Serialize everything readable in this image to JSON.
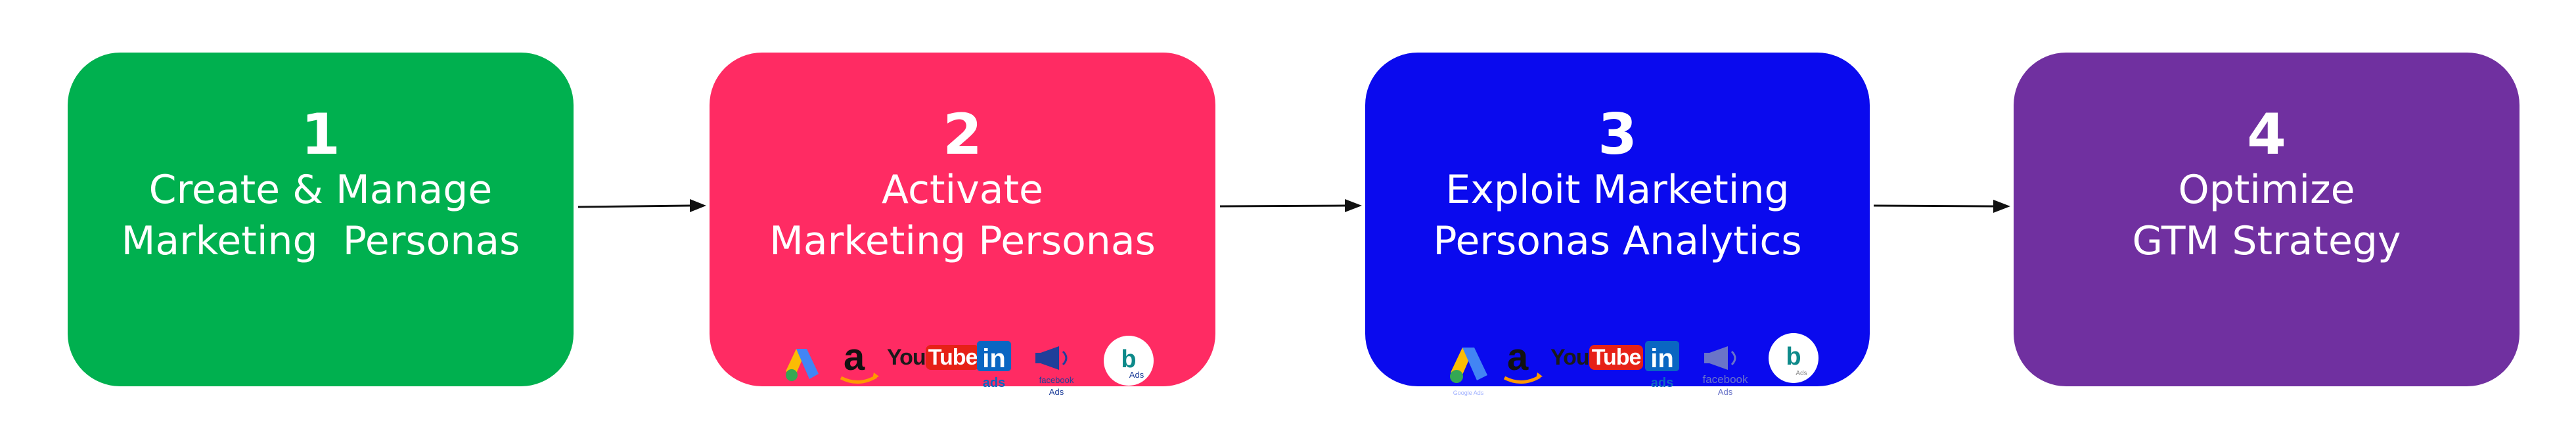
{
  "steps": [
    {
      "number": "1",
      "title": "Create & Manage\nMarketing  Personas",
      "color": "#00b04f"
    },
    {
      "number": "2",
      "title": "Activate\nMarketing Personas",
      "color": "#ff2b63"
    },
    {
      "number": "3",
      "title": "Exploit Marketing\nPersonas Analytics",
      "color": "#0a0aee"
    },
    {
      "number": "4",
      "title": "Optimize\nGTM Strategy",
      "color": "#7030a0"
    }
  ],
  "logos": {
    "youtube_text": "YouTube",
    "linkedin_text": "in",
    "linkedin_sub": "ads",
    "facebook_text": "facebook",
    "facebook_sub": "Ads",
    "bing_letter": "b",
    "bing_sub": "Ads",
    "google_sub": "Google Ads"
  },
  "logo_icons": [
    "google-ads-icon",
    "amazon-icon",
    "youtube-icon",
    "linkedin-ads-icon",
    "facebook-ads-icon",
    "bing-ads-icon"
  ]
}
